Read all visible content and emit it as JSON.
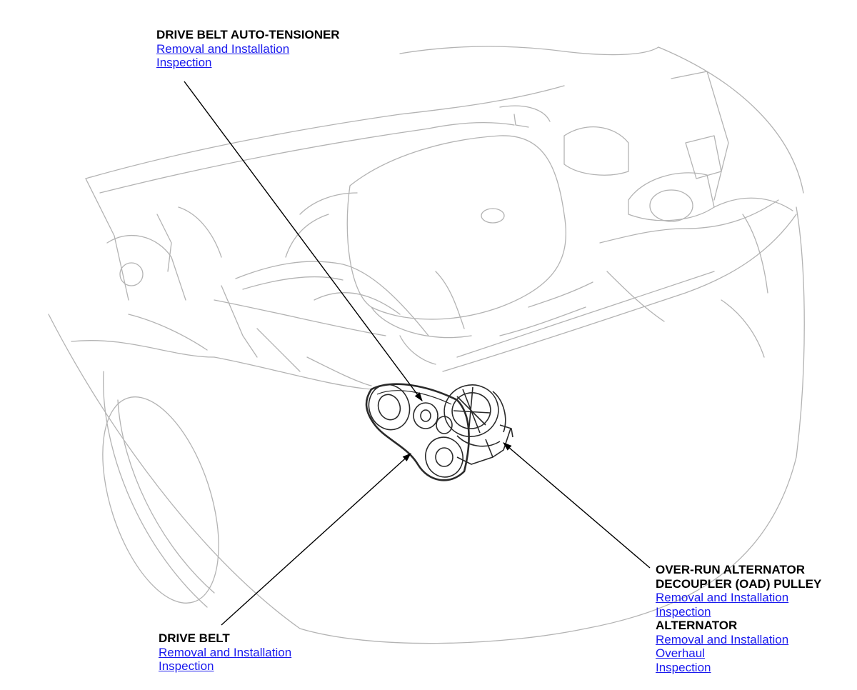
{
  "callouts": {
    "tensioner": {
      "title": "DRIVE BELT AUTO-TENSIONER",
      "links": [
        "Removal and Installation",
        "Inspection"
      ]
    },
    "drive_belt": {
      "title": "DRIVE BELT",
      "links": [
        "Removal and Installation",
        "Inspection"
      ]
    },
    "oad_pulley": {
      "title_line1": "OVER-RUN ALTERNATOR",
      "title_line2": "DECOUPLER (OAD) PULLEY",
      "links": [
        "Removal and Installation",
        "Inspection"
      ]
    },
    "alternator": {
      "title": "ALTERNATOR",
      "links": [
        "Removal and Installation",
        "Overhaul",
        "Inspection"
      ]
    }
  },
  "colors": {
    "link": "#1a1aee",
    "leader": "#000000",
    "sketch": "#b3b3b3",
    "component": "#2a2a2a"
  }
}
